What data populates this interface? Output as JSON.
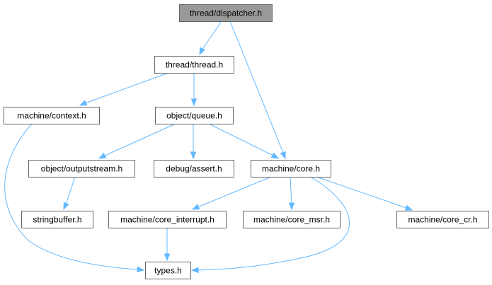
{
  "colors": {
    "edge": "#63b8ff",
    "node_border": "#666666",
    "node_fill": "#ffffff",
    "root_fill": "#999999",
    "text": "#000000"
  },
  "nodes": [
    {
      "id": "dispatcher",
      "label": "thread/dispatcher.h",
      "root": true
    },
    {
      "id": "thread",
      "label": "thread/thread.h"
    },
    {
      "id": "context",
      "label": "machine/context.h"
    },
    {
      "id": "queue",
      "label": "object/queue.h"
    },
    {
      "id": "outputstream",
      "label": "object/outputstream.h"
    },
    {
      "id": "assert",
      "label": "debug/assert.h"
    },
    {
      "id": "core",
      "label": "machine/core.h"
    },
    {
      "id": "stringbuffer",
      "label": "stringbuffer.h"
    },
    {
      "id": "core_interrupt",
      "label": "machine/core_interrupt.h"
    },
    {
      "id": "core_msr",
      "label": "machine/core_msr.h"
    },
    {
      "id": "core_cr",
      "label": "machine/core_cr.h"
    },
    {
      "id": "types",
      "label": "types.h"
    }
  ],
  "edges": [
    {
      "from": "dispatcher",
      "to": "thread"
    },
    {
      "from": "dispatcher",
      "to": "core"
    },
    {
      "from": "thread",
      "to": "context"
    },
    {
      "from": "thread",
      "to": "queue"
    },
    {
      "from": "context",
      "to": "types"
    },
    {
      "from": "queue",
      "to": "outputstream"
    },
    {
      "from": "queue",
      "to": "assert"
    },
    {
      "from": "queue",
      "to": "core"
    },
    {
      "from": "outputstream",
      "to": "stringbuffer"
    },
    {
      "from": "core",
      "to": "core_interrupt"
    },
    {
      "from": "core",
      "to": "core_msr"
    },
    {
      "from": "core",
      "to": "core_cr"
    },
    {
      "from": "core",
      "to": "types"
    },
    {
      "from": "core_interrupt",
      "to": "types"
    }
  ]
}
